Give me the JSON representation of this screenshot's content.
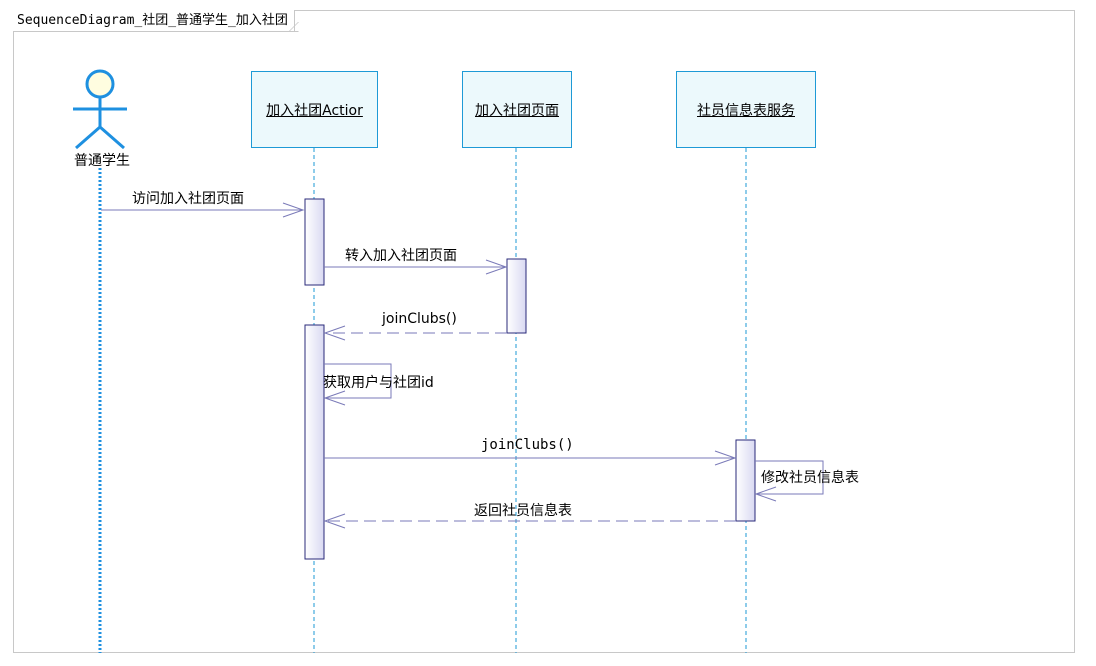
{
  "diagram": {
    "title": "SequenceDiagram_社团_普通学生_加入社团",
    "actor": {
      "label": "普通学生"
    },
    "lifelines": [
      {
        "label": "加入社团Actior"
      },
      {
        "label": "加入社团页面"
      },
      {
        "label": "社员信息表服务"
      }
    ],
    "messages": [
      {
        "label": "访问加入社团页面",
        "type": "sync"
      },
      {
        "label": "转入加入社团页面",
        "type": "sync"
      },
      {
        "label": "joinClubs()",
        "type": "return"
      },
      {
        "label": "获取用户与社团id",
        "type": "self"
      },
      {
        "label": "joinClubs()",
        "type": "sync"
      },
      {
        "label": "修改社员信息表",
        "type": "self"
      },
      {
        "label": "返回社员信息表",
        "type": "return"
      }
    ],
    "colors": {
      "lifeline_border": "#1e9ad6",
      "lifeline_fill": "#ecf9fc",
      "activation_border": "#2a2a7a",
      "message_line": "#7a7ab8",
      "actor": "#1e90e0",
      "actor_head": "#fffde0"
    }
  }
}
